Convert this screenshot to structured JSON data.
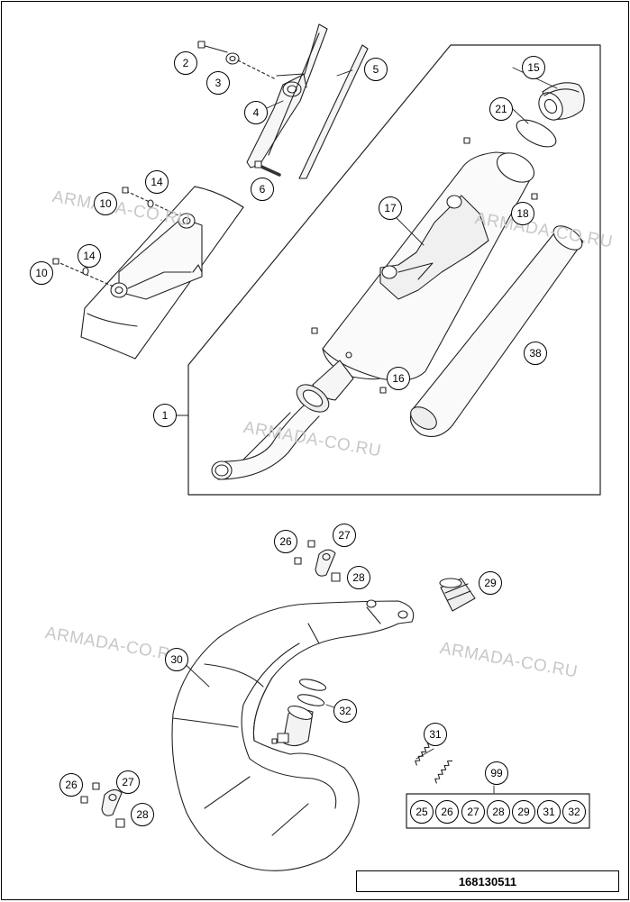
{
  "watermark": "ARMADA-CO.RU",
  "document_number": "168130511",
  "callouts": {
    "c1": "1",
    "c2": "2",
    "c3": "3",
    "c4": "4",
    "c5": "5",
    "c6": "6",
    "c10a": "10",
    "c10b": "10",
    "c14a": "14",
    "c14b": "14",
    "c15": "15",
    "c16": "16",
    "c17": "17",
    "c18": "18",
    "c21": "21",
    "c26a": "26",
    "c26b": "26",
    "c27a": "27",
    "c27b": "27",
    "c28a": "28",
    "c28b": "28",
    "c29": "29",
    "c30": "30",
    "c31": "31",
    "c32": "32",
    "c38": "38",
    "c99": "99"
  },
  "kit_parts": [
    "25",
    "26",
    "27",
    "28",
    "29",
    "31",
    "32"
  ]
}
